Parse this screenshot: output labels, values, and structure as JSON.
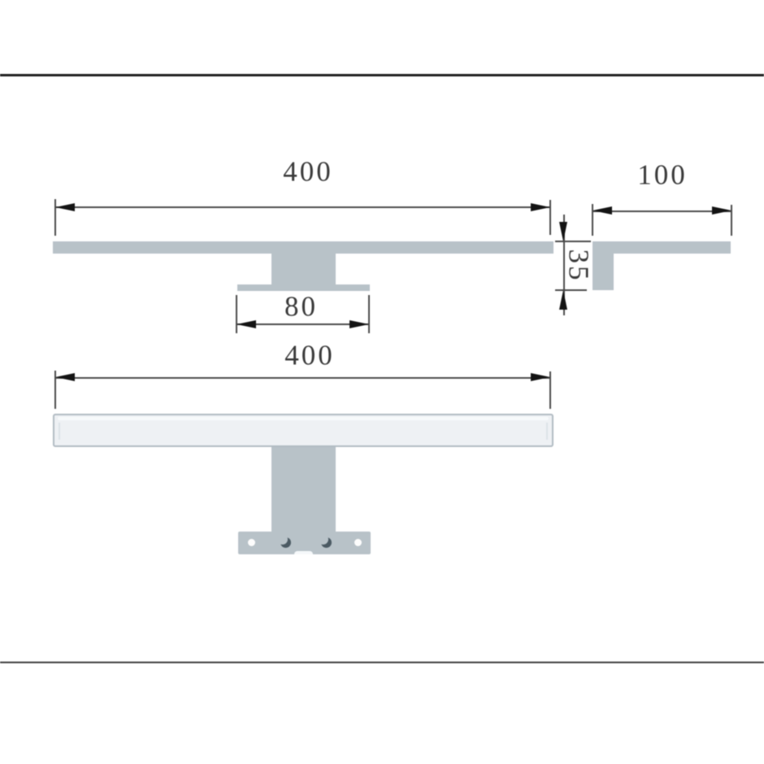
{
  "drawing": {
    "kind": "lamp dimension drawing",
    "dimensions": {
      "top_view_width": "400",
      "side_view_depth": "100",
      "side_view_height": "35",
      "bracket_width": "80",
      "front_view_width": "400"
    }
  },
  "colors": {
    "background": "#ffffff",
    "frame_top": "#1f1f1f",
    "frame_bottom": "#3d3d3d",
    "part_fill": "#b8c2c8",
    "tube_fill": "#eef1f4",
    "tube_border": "#b2bcc3",
    "slot_color": "#4b5a63",
    "dim_line": "#4a4a4a",
    "arrow": "#141414",
    "text_color": "#3a3a3a"
  }
}
